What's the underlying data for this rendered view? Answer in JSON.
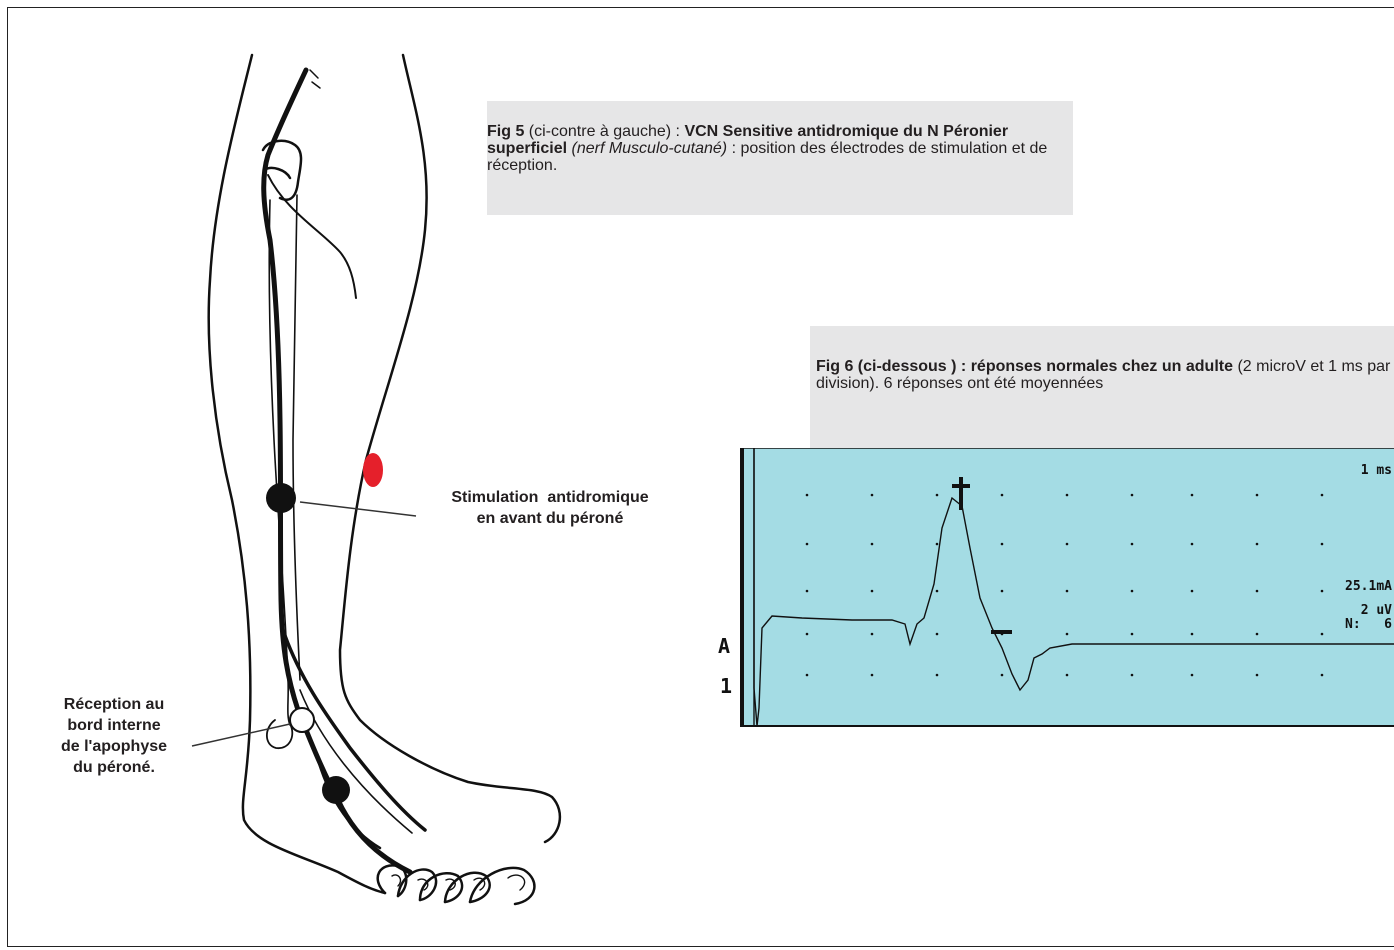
{
  "fig5": {
    "title": "Fig 5",
    "note1": "(ci-contre à gauche) :",
    "bold_text": "VCN Sensitive antidromique du N Péronier superficiel",
    "italic_text": "(nerf Musculo-cutané)",
    "rest": ": position des électrodes de stimulation et de réception."
  },
  "fig6": {
    "title": "Fig 6 (ci-dessous ) : réponses normales chez un adulte",
    "rest": "(2 microV et 1 ms par division). 6 réponses ont été moyennées"
  },
  "labels": {
    "stimulation_line1": "Stimulation  antidromique",
    "stimulation_line2": "en avant du péroné",
    "reception_line1": "Réception au",
    "reception_line2": "bord interne",
    "reception_line3": "de l'apophyse",
    "reception_line4": "du péroné."
  },
  "trace_panel": {
    "time_scale": "1 ms",
    "current": "25.1mA",
    "amplitude": "2 uV",
    "averages": "N:   6",
    "channel_letter": "A",
    "channel_number": "1",
    "marker_plus": "+",
    "marker_minus": "−",
    "colors": {
      "background": "#a4dce4",
      "trace": "#000000",
      "stimulation_dot": "#e5202b"
    }
  }
}
